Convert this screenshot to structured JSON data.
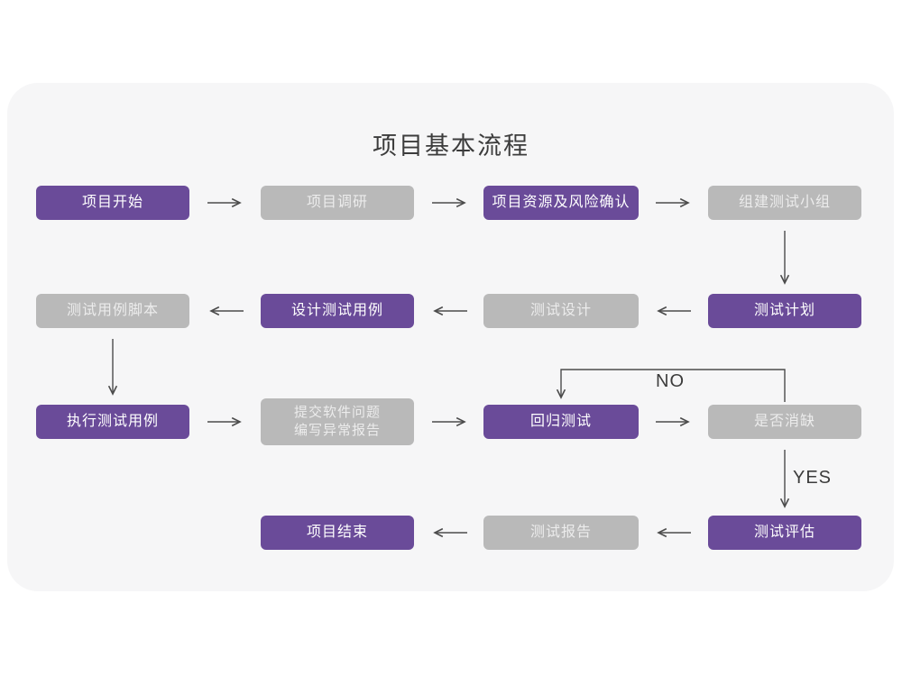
{
  "title": "项目基本流程",
  "colors": {
    "primary": "#6a4b99",
    "primary_text": "#ffffff",
    "secondary": "#b9b9b9",
    "secondary_text": "#ececec",
    "card": "#f6f6f7",
    "arrow": "#4c4c4c",
    "text": "#3c3c3c"
  },
  "flow": {
    "nodes": [
      {
        "id": "project-start",
        "label": "项目开始",
        "type": "primary"
      },
      {
        "id": "project-research",
        "label": "项目调研",
        "type": "secondary"
      },
      {
        "id": "resource-risk",
        "label": "项目资源及风险确认",
        "type": "primary"
      },
      {
        "id": "build-test-team",
        "label": "组建测试小组",
        "type": "secondary"
      },
      {
        "id": "test-plan",
        "label": "测试计划",
        "type": "primary"
      },
      {
        "id": "test-design",
        "label": "测试设计",
        "type": "secondary"
      },
      {
        "id": "design-test-cases",
        "label": "设计测试用例",
        "type": "primary"
      },
      {
        "id": "test-case-scripts",
        "label": "测试用例脚本",
        "type": "secondary"
      },
      {
        "id": "execute-test-cases",
        "label": "执行测试用例",
        "type": "primary"
      },
      {
        "id": "submit-issue-report",
        "label": "提交软件问题",
        "label2": "编写异常报告",
        "type": "secondary"
      },
      {
        "id": "regression-test",
        "label": "回归测试",
        "type": "primary"
      },
      {
        "id": "defect-cleared",
        "label": "是否消缺",
        "type": "secondary"
      },
      {
        "id": "test-evaluation",
        "label": "测试评估",
        "type": "primary"
      },
      {
        "id": "test-report",
        "label": "测试报告",
        "type": "secondary"
      },
      {
        "id": "project-end",
        "label": "项目结束",
        "type": "primary"
      }
    ],
    "labels": {
      "no": "NO",
      "yes": "YES"
    }
  }
}
